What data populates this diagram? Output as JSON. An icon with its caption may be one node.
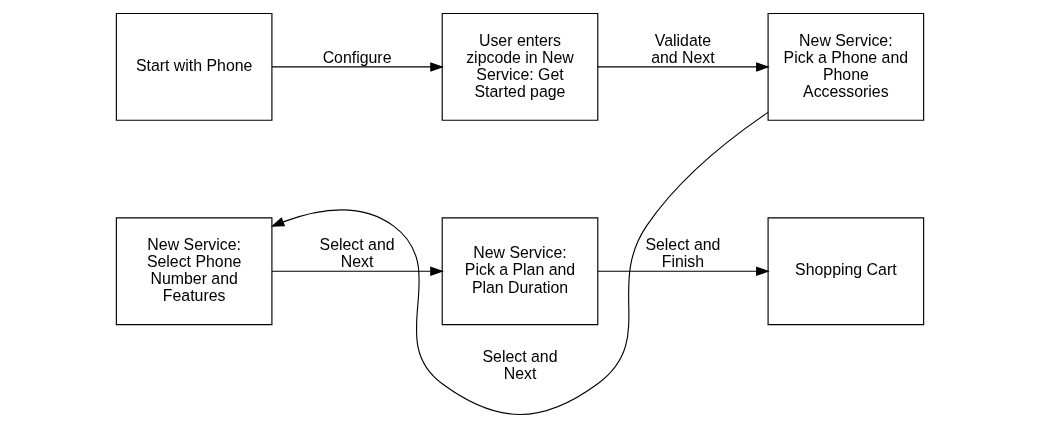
{
  "diagram": {
    "nodes": [
      {
        "text": [
          "Start with Phone"
        ]
      },
      {
        "text": [
          "User enters zipcode in New Service: Get Started page"
        ]
      },
      {
        "text": [
          "New Service: Pick a Phone and Phone Accessories"
        ]
      },
      {
        "text": [
          "New Service: Select Phone Number and Features"
        ]
      },
      {
        "text": [
          "New Service: Pick a Plan and Plan Duration"
        ]
      },
      {
        "text": [
          "Shopping Cart"
        ]
      }
    ],
    "edges": [
      {
        "from": 0,
        "to": 1,
        "arrow": "to",
        "label": "Configure"
      },
      {
        "from": 1,
        "to": 2,
        "arrow": "to",
        "label": "Validate and Next"
      },
      {
        "from": 2,
        "to": 3,
        "arrow": "to",
        "label": "Select and Next"
      },
      {
        "from": 3,
        "to": 4,
        "arrow": "to",
        "label": "Select and Next"
      },
      {
        "from": 4,
        "to": 5,
        "arrow": "to",
        "label": "Select and Finish"
      }
    ]
  }
}
